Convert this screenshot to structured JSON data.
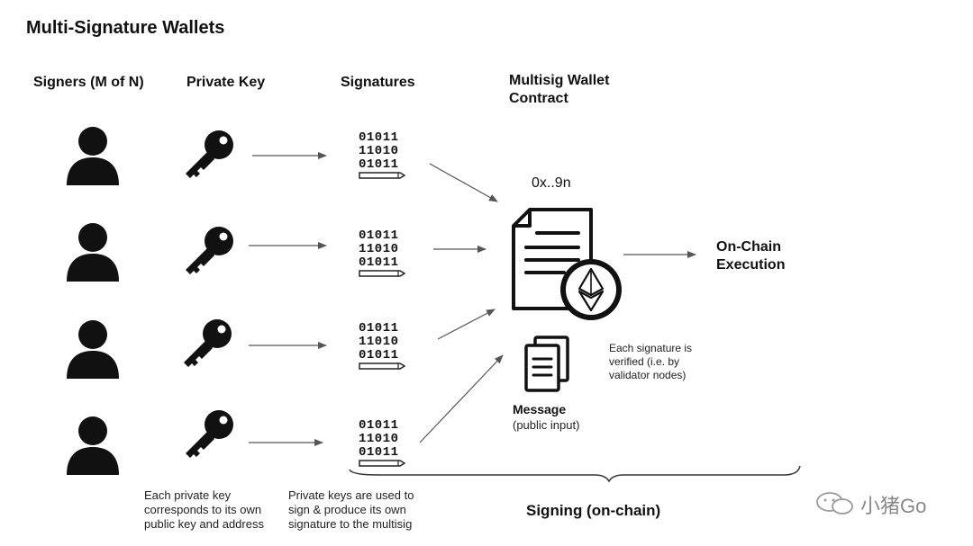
{
  "title": "Multi-Signature Wallets",
  "columns": {
    "signers": "Signers (M of N)",
    "private_key": "Private Key",
    "signatures": "Signatures",
    "contract": [
      "Multisig Wallet",
      "Contract"
    ]
  },
  "signature_bits": [
    "01011",
    "11010",
    "01011"
  ],
  "contract_address": "0x..9n",
  "execution": [
    "On-Chain",
    "Execution"
  ],
  "message": {
    "label": "Message",
    "sub": "(public input)"
  },
  "verify_note": [
    "Each signature is",
    "verified (i.e. by",
    "validator nodes)"
  ],
  "key_note": [
    "Each private key",
    "corresponds to its own",
    "public key and address"
  ],
  "sign_note": [
    "Private keys are used to",
    "sign & produce its own",
    "signature to the multisig"
  ],
  "signing_label": "Signing (on-chain)",
  "watermark": "小猪Go",
  "colors": {
    "stroke": "#222222",
    "arrow": "#555555",
    "text": "#111111"
  }
}
